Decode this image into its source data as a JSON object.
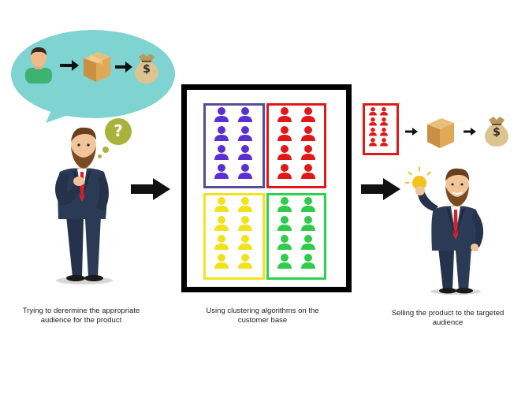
{
  "captions": {
    "left": "Trying to derermine the appropriate audience for the product",
    "middle": "Using clustering algorithms on the customer base",
    "right": "Selling the product to the targeted audience"
  },
  "bubble": {
    "product_currency_symbol": "$"
  },
  "result": {
    "currency_symbol": "$"
  },
  "thought_mark": "?",
  "colors": {
    "bubble": "#7fd3d0",
    "cluster_purple": "#5b2fd1",
    "cluster_red": "#e01818",
    "cluster_yellow": "#f2e21a",
    "cluster_green": "#2ecc4a",
    "box_purple_border": "#5a4a9a",
    "box_red_border": "#e01818",
    "box_yellow_border": "#f0e41e",
    "box_green_border": "#2ed14e",
    "arrow": "#111111",
    "suit": "#2b3a55",
    "tie": "#d3232a",
    "beard": "#7a4a22",
    "skin": "#f2c49a"
  },
  "clusters": [
    {
      "name": "purple",
      "people": 8
    },
    {
      "name": "red",
      "people": 8
    },
    {
      "name": "yellow",
      "people": 8
    },
    {
      "name": "green",
      "people": 8
    }
  ]
}
